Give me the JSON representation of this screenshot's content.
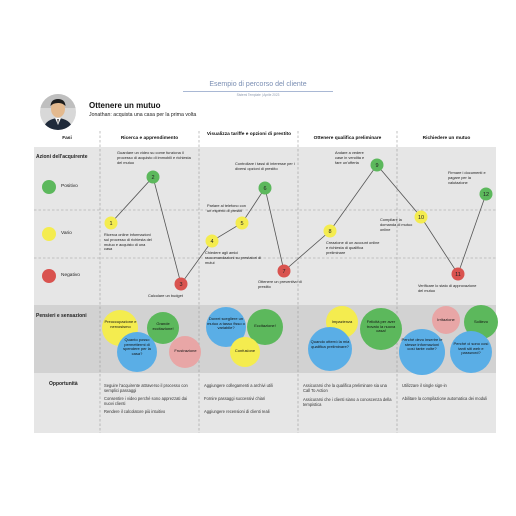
{
  "header": {
    "title": "Esempio di percorso del cliente",
    "subtitle": "Sistemi Template  |  Aprile 2023"
  },
  "persona": {
    "name": "Ottenere un mutuo",
    "description": "Jonathan: acquista una casa per la prima volta"
  },
  "table": {
    "phases_header": "Fasi",
    "phases": [
      "Ricerca e apprendimento",
      "Visualizza tariffe e opzioni di prestito",
      "Ottenere qualifica preliminare",
      "Richiedere un mutuo"
    ],
    "rows": {
      "actions": "Azioni dell'acquirente",
      "thoughts": "Pensieri e sensazioni",
      "opportunities": "Opportunità"
    },
    "legend": {
      "positive": "Positivo",
      "neutral": "Vario",
      "negative": "Negativo"
    }
  },
  "colors": {
    "positive": "#5cb85c",
    "neutral": "#f4ec4f",
    "negative": "#d9534f",
    "blue_bubble": "#5aaee6",
    "pink_bubble": "#e8a6a6",
    "row_band": "#e6e6e6",
    "thought_band": "#d2d2d2"
  },
  "journey_points": [
    {
      "id": "1",
      "level": "neutral"
    },
    {
      "id": "2",
      "level": "positive"
    },
    {
      "id": "3",
      "level": "negative"
    },
    {
      "id": "4",
      "level": "neutral"
    },
    {
      "id": "5",
      "level": "neutral"
    },
    {
      "id": "6",
      "level": "positive"
    },
    {
      "id": "7",
      "level": "negative"
    },
    {
      "id": "8",
      "level": "neutral"
    },
    {
      "id": "9",
      "level": "positive"
    },
    {
      "id": "10",
      "level": "neutral"
    },
    {
      "id": "11",
      "level": "negative"
    },
    {
      "id": "12",
      "level": "positive"
    }
  ],
  "journey_notes": {
    "n1": "Ricerca online informazioni sul processo di richiesta del mutuo e acquisto di una casa",
    "n2": "Guardare un video su come funziona il processo di acquisto di immobili e richiesta del mutuo",
    "n3": "Calcolare un budget",
    "n4": "Chiedere agli amici raccomandazioni su prestatori di mutui",
    "n5": "Parlare al telefono con un esperto di prestiti",
    "n6": "Controllare i tassi di interesse per i diversi opzioni di prestito",
    "n7": "Ottenere un preventivo di prestito",
    "n8": "Creazione di un account online e richiesta di qualifica preliminare",
    "n9": "Andare a vedere case in vendita e fare un'offerta",
    "n10": "Compilare la domanda di mutuo online",
    "n11": "Verificare lo stato di approvazione del mutuo",
    "n12": "Firmare i documenti e pagare per la valutazione"
  },
  "thoughts": [
    {
      "text": "Preoccupazione e nervosismo",
      "color": "neutral"
    },
    {
      "text": "Grande eccitazione!",
      "color": "positive"
    },
    {
      "text": "Quanto posso permettermi di spendere per la casa?",
      "color": "blue"
    },
    {
      "text": "Frustrazione",
      "color": "pink"
    },
    {
      "text": "Dovrei scegliere un mutuo a tasso fisso o variabile?",
      "color": "blue"
    },
    {
      "text": "Eccitazione!",
      "color": "positive"
    },
    {
      "text": "Confusione",
      "color": "neutral"
    },
    {
      "text": "Impazienza",
      "color": "neutral"
    },
    {
      "text": "Felicità per aver trovato la nuova casa!",
      "color": "positive"
    },
    {
      "text": "Quando otterrò la mia qualifica preliminare?",
      "color": "blue"
    },
    {
      "text": "Irritazione",
      "color": "pink"
    },
    {
      "text": "Sollievo",
      "color": "positive"
    },
    {
      "text": "Perché devo inserire le stesse informazioni così tante volte?",
      "color": "blue"
    },
    {
      "text": "Perché ci sono così tanti siti web e password?",
      "color": "blue"
    }
  ],
  "opportunities": [
    [
      "Seguire l'acquirente attraverso il processo con semplici passaggi",
      "Consentire i video perché sono apprezzati dai nuovi clienti",
      "Rendere il calcolatore più intuitivo"
    ],
    [
      "Aggiungere collegamenti a archivi utili",
      "Fornire passaggi successivi chiari",
      "Aggiungere recensioni di clienti reali"
    ],
    [
      "Assicurarsi che la qualifica preliminare sia una Call To Action",
      "Assicurarsi che i clienti siano a conoscenza della tempistica"
    ],
    [
      "Utilizzare il single sign-in",
      "Abilitare la compilazione automatica dei moduli"
    ]
  ]
}
